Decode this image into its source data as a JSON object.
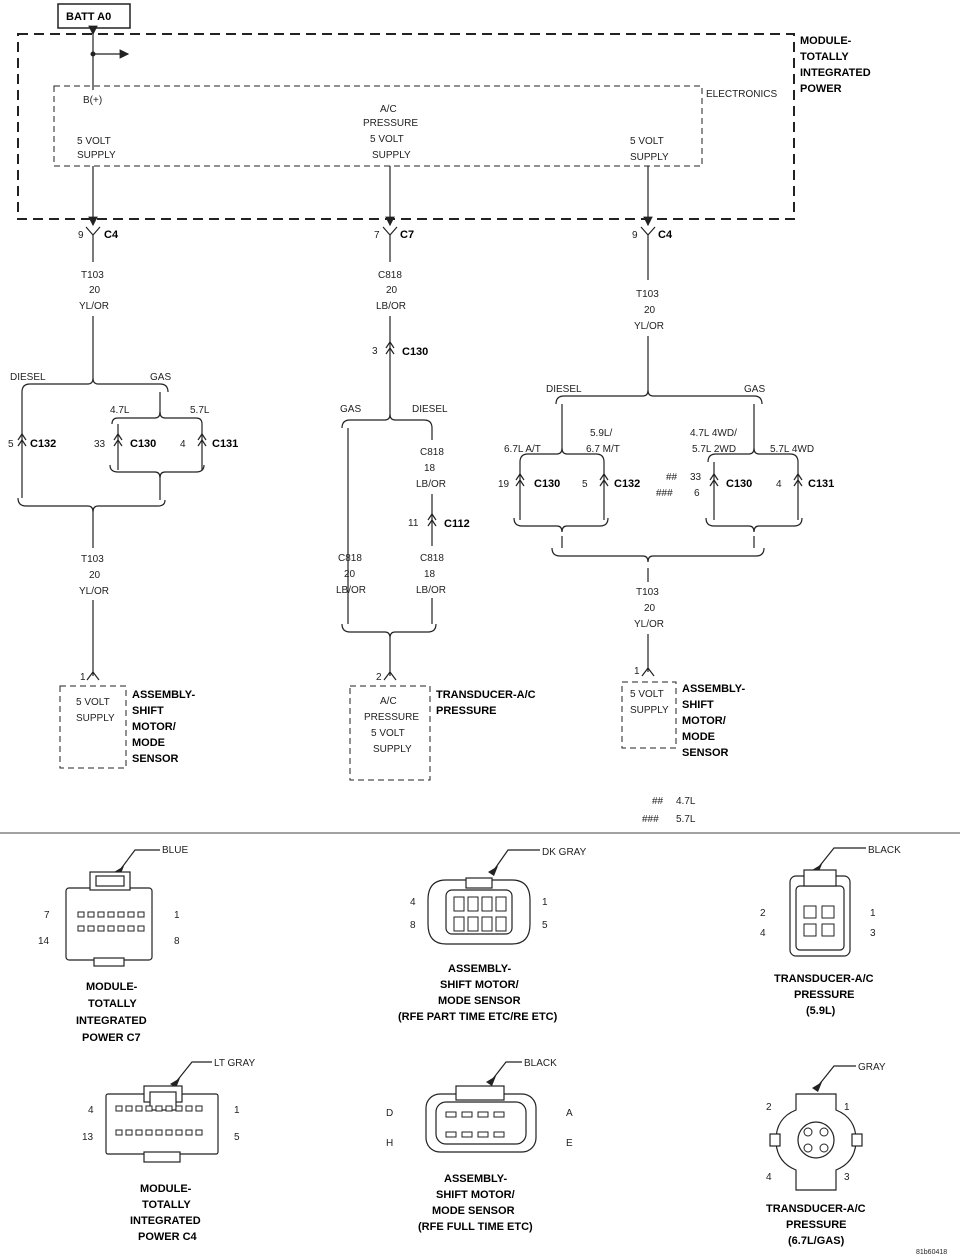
{
  "top": {
    "batt": "BATT A0",
    "module_title": [
      "MODULE-",
      "TOTALLY",
      "INTEGRATED",
      "POWER"
    ],
    "electronics": "ELECTRONICS",
    "bplus": "B(+)",
    "supply1": [
      "5 VOLT",
      "SUPPLY"
    ],
    "supply2": [
      "A/C",
      "PRESSURE",
      "5 VOLT",
      "SUPPLY"
    ],
    "supply3": [
      "5 VOLT",
      "SUPPLY"
    ]
  },
  "left": {
    "pin": "9",
    "conn": "C4",
    "wire1": [
      "T103",
      "20",
      "YL/OR"
    ],
    "diesel": "DIESEL",
    "gas": "GAS",
    "l47": "4.7L",
    "l57": "5.7L",
    "c132pin": "5",
    "c132": "C132",
    "c130pin": "33",
    "c130": "C130",
    "c131pin": "4",
    "c131": "C131",
    "wire2": [
      "T103",
      "20",
      "YL/OR"
    ],
    "endpin": "1",
    "box": [
      "5 VOLT",
      "SUPPLY"
    ],
    "label": [
      "ASSEMBLY-",
      "SHIFT",
      "MOTOR/",
      "MODE",
      "SENSOR"
    ]
  },
  "mid": {
    "pin": "7",
    "conn": "C7",
    "wire1": [
      "C818",
      "20",
      "LB/OR"
    ],
    "c130pin": "3",
    "c130": "C130",
    "gas": "GAS",
    "diesel": "DIESEL",
    "wire2": [
      "C818",
      "18",
      "LB/OR"
    ],
    "c112pin": "11",
    "c112": "C112",
    "wire3": [
      "C818",
      "20",
      "LB/OR"
    ],
    "wire4": [
      "C818",
      "18",
      "LB/OR"
    ],
    "endpin": "2",
    "box": [
      "A/C",
      "PRESSURE",
      "5 VOLT",
      "SUPPLY"
    ],
    "label": [
      "TRANSDUCER-A/C",
      "PRESSURE"
    ]
  },
  "right": {
    "pin": "9",
    "conn": "C4",
    "wire1": [
      "T103",
      "20",
      "YL/OR"
    ],
    "diesel": "DIESEL",
    "gas": "GAS",
    "l67": "6.7L A/T",
    "l59": [
      "5.9L/",
      "6.7 M/T"
    ],
    "l47": [
      "4.7L 4WD/",
      "5.7L 2WD"
    ],
    "l57": "5.7L 4WD",
    "c130apin": "19",
    "c130a": "C130",
    "c132pin": "5",
    "c132": "C132",
    "hash2": "##",
    "hash3": "###",
    "c130bpin1": "33",
    "c130bpin2": "6",
    "c130b": "C130",
    "c131pin": "4",
    "c131": "C131",
    "wire2": [
      "T103",
      "20",
      "YL/OR"
    ],
    "endpin": "1",
    "box": [
      "5 VOLT",
      "SUPPLY"
    ],
    "label": [
      "ASSEMBLY-",
      "SHIFT",
      "MOTOR/",
      "MODE",
      "SENSOR"
    ]
  },
  "legend": [
    {
      "mark": "##",
      "text": "4.7L"
    },
    {
      "mark": "###",
      "text": "5.7L"
    }
  ],
  "connectors": {
    "c7": {
      "color": "BLUE",
      "pins": [
        "7",
        "1",
        "14",
        "8"
      ],
      "label": [
        "MODULE-",
        "TOTALLY",
        "INTEGRATED",
        "POWER C7"
      ]
    },
    "sm1": {
      "color": "DK GRAY",
      "pins": [
        "4",
        "1",
        "8",
        "5"
      ],
      "label": [
        "ASSEMBLY-",
        "SHIFT MOTOR/",
        "MODE SENSOR",
        "(RFE PART TIME ETC/RE ETC)"
      ]
    },
    "ac59": {
      "color": "BLACK",
      "pins": [
        "2",
        "1",
        "4",
        "3"
      ],
      "label": [
        "TRANSDUCER-A/C",
        "PRESSURE",
        "(5.9L)"
      ]
    },
    "c4": {
      "color": "LT GRAY",
      "pins": [
        "4",
        "1",
        "13",
        "5"
      ],
      "label": [
        "MODULE-",
        "TOTALLY",
        "INTEGRATED",
        "POWER C4"
      ]
    },
    "sm2": {
      "color": "BLACK",
      "pins": [
        "D",
        "A",
        "H",
        "E"
      ],
      "label": [
        "ASSEMBLY-",
        "SHIFT MOTOR/",
        "MODE SENSOR",
        "(RFE FULL TIME ETC)"
      ]
    },
    "ac67": {
      "color": "GRAY",
      "pins": [
        "2",
        "1",
        "4",
        "3"
      ],
      "label": [
        "TRANSDUCER-A/C",
        "PRESSURE",
        "(6.7L/GAS)"
      ]
    }
  },
  "figure_id": "81b60418"
}
